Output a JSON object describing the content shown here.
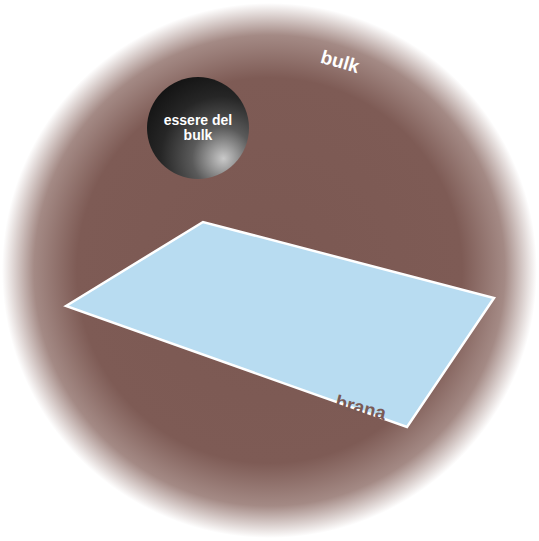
{
  "diagram": {
    "nodes": [
      {
        "text": [
          "bulk"
        ]
      },
      {
        "text": [
          "essere del bulk"
        ],
        "in": 0
      },
      {
        "text": [
          "brana"
        ],
        "in": 0
      }
    ]
  }
}
